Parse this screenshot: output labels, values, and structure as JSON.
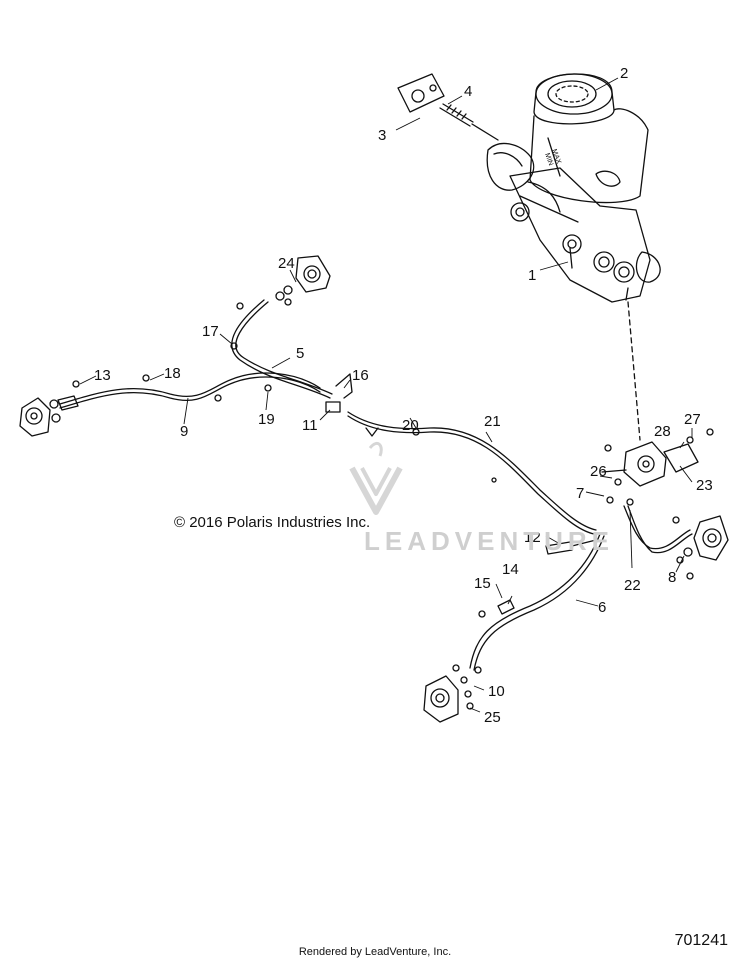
{
  "copyright": "© 2016 Polaris Industries Inc.",
  "watermark": "LEADVENTURE",
  "footer_credit": "Rendered by LeadVenture, Inc.",
  "figure_id": "701241",
  "callouts": [
    "1",
    "2",
    "3",
    "4",
    "5",
    "6",
    "7",
    "8",
    "9",
    "10",
    "11",
    "12",
    "13",
    "14",
    "15",
    "16",
    "17",
    "18",
    "19",
    "20",
    "21",
    "22",
    "23",
    "24",
    "25",
    "26",
    "27",
    "28"
  ],
  "reservoir_labels": {
    "max": "MAX",
    "min": "MIN"
  }
}
